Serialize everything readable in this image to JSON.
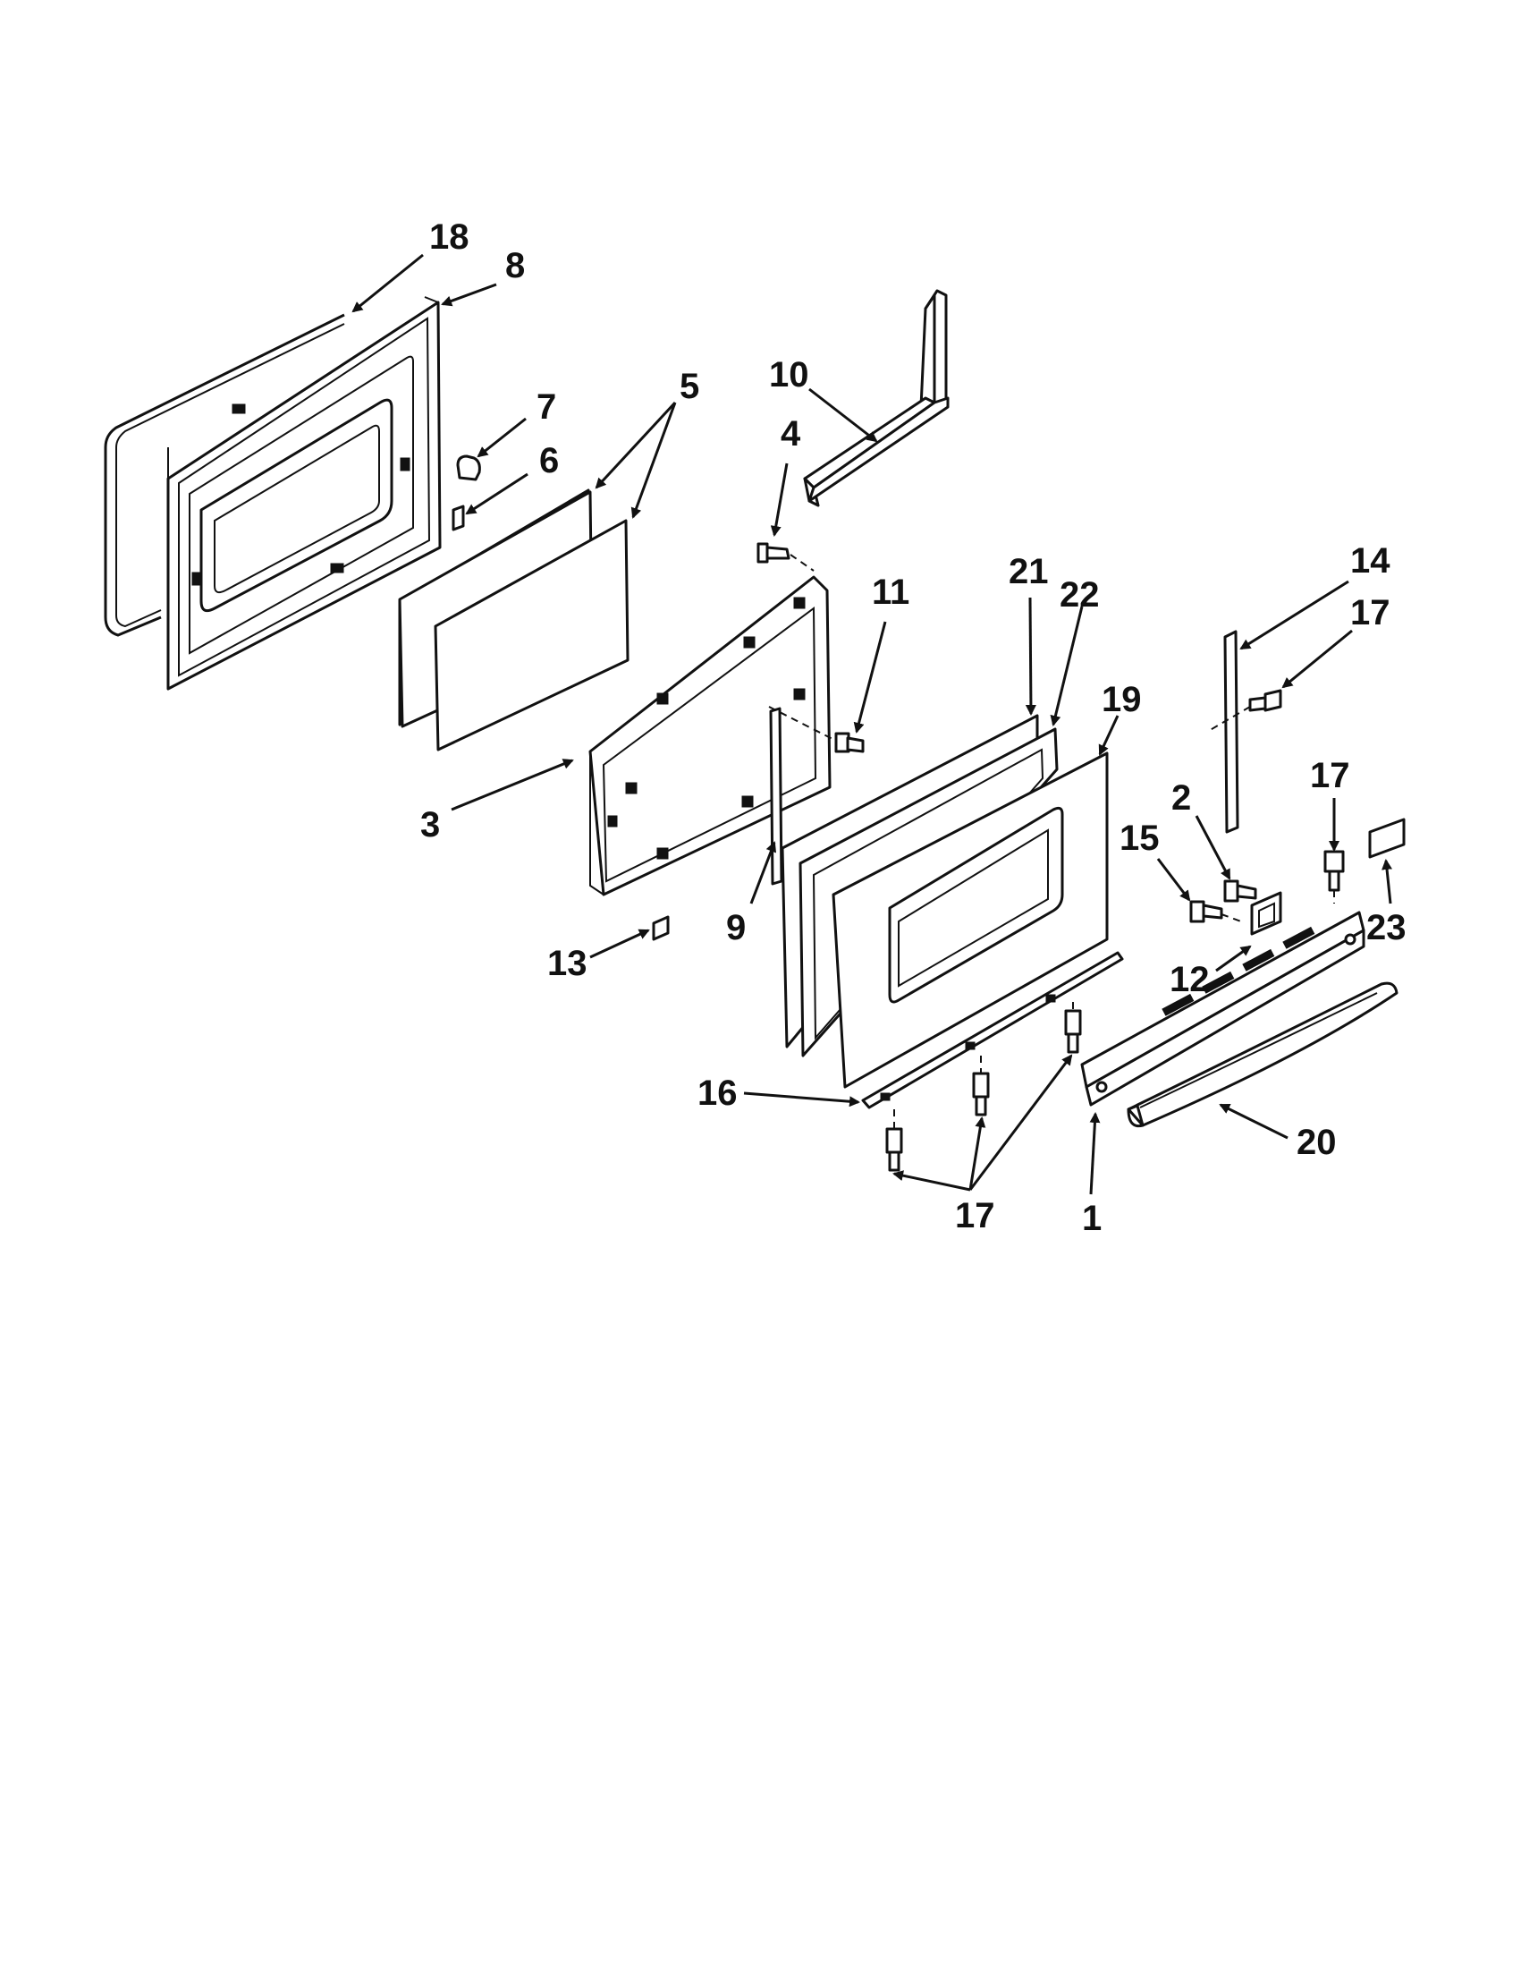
{
  "diagram": {
    "labels": {
      "p18": "18",
      "p8": "8",
      "p7": "7",
      "p6": "6",
      "p5": "5",
      "p10": "10",
      "p4": "4",
      "p11": "11",
      "p21": "21",
      "p22": "22",
      "p19": "19",
      "p14": "14",
      "p17a": "17",
      "p17b": "17",
      "p3": "3",
      "p9": "9",
      "p13": "13",
      "p2": "2",
      "p15": "15",
      "p23": "23",
      "p12": "12",
      "p16": "16",
      "p20": "20",
      "p1": "1",
      "p17c": "17"
    }
  }
}
